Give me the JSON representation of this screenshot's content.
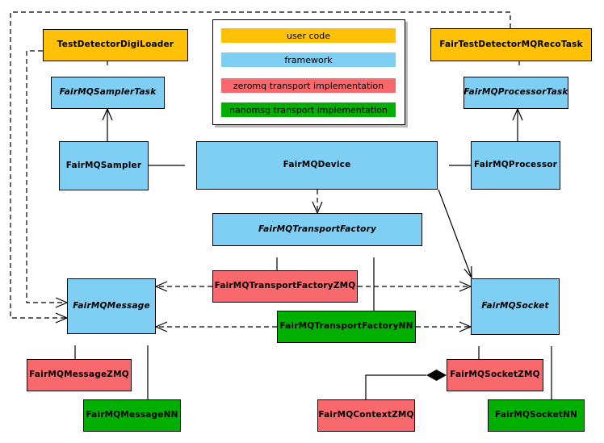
{
  "diagram": {
    "type": "uml-class-diagram",
    "subject": "FairMQ framework transport architecture"
  },
  "colors": {
    "user_code": "#FFC107",
    "framework": "#7ECFF3",
    "zeromq": "#F8696D",
    "nanomsg": "#00AF00",
    "line": "#000000",
    "background": "#FFFFFF"
  },
  "legend": {
    "items": [
      {
        "label": "user code",
        "color": "#FFC107"
      },
      {
        "label": "framework",
        "color": "#7ECFF3"
      },
      {
        "label": "zeromq transport implementation",
        "color": "#F8696D"
      },
      {
        "label": "nanomsg transport implementation",
        "color": "#00AF00"
      }
    ]
  },
  "nodes": [
    {
      "label": "TestDetectorDigiLoader",
      "category": "user_code",
      "abstract": false
    },
    {
      "label": "FairTestDetectorMQRecoTask",
      "category": "user_code",
      "abstract": false
    },
    {
      "label": "FairMQSamplerTask",
      "category": "framework",
      "abstract": true
    },
    {
      "label": "FairMQProcessorTask",
      "category": "framework",
      "abstract": true
    },
    {
      "label": "FairMQSampler",
      "category": "framework",
      "abstract": false
    },
    {
      "label": "FairMQDevice",
      "category": "framework",
      "abstract": false
    },
    {
      "label": "FairMQProcessor",
      "category": "framework",
      "abstract": false
    },
    {
      "label": "FairMQTransportFactory",
      "category": "framework",
      "abstract": true
    },
    {
      "label": "FairMQTransportFactoryZMQ",
      "category": "zeromq",
      "abstract": false
    },
    {
      "label": "FairMQTransportFactoryNN",
      "category": "nanomsg",
      "abstract": false
    },
    {
      "label": "FairMQMessage",
      "category": "framework",
      "abstract": true
    },
    {
      "label": "FairMQSocket",
      "category": "framework",
      "abstract": true
    },
    {
      "label": "FairMQMessageZMQ",
      "category": "zeromq",
      "abstract": false
    },
    {
      "label": "FairMQMessageNN",
      "category": "nanomsg",
      "abstract": false
    },
    {
      "label": "FairMQSocketZMQ",
      "category": "zeromq",
      "abstract": false
    },
    {
      "label": "FairMQSocketNN",
      "category": "nanomsg",
      "abstract": false
    },
    {
      "label": "FairMQContextZMQ",
      "category": "zeromq",
      "abstract": false
    }
  ],
  "edges": [
    {
      "from": "TestDetectorDigiLoader",
      "to": "FairMQSamplerTask",
      "type": "inheritance"
    },
    {
      "from": "FairTestDetectorMQRecoTask",
      "to": "FairMQProcessorTask",
      "type": "inheritance"
    },
    {
      "from": "FairMQSampler",
      "to": "FairMQDevice",
      "type": "inheritance"
    },
    {
      "from": "FairMQProcessor",
      "to": "FairMQDevice",
      "type": "inheritance"
    },
    {
      "from": "FairMQSampler",
      "to": "FairMQSamplerTask",
      "type": "association"
    },
    {
      "from": "FairMQProcessor",
      "to": "FairMQProcessorTask",
      "type": "association"
    },
    {
      "from": "FairMQDevice",
      "to": "FairMQTransportFactory",
      "type": "dependency"
    },
    {
      "from": "FairMQDevice",
      "to": "FairMQSocket",
      "type": "association"
    },
    {
      "from": "FairMQTransportFactoryZMQ",
      "to": "FairMQTransportFactory",
      "type": "inheritance"
    },
    {
      "from": "FairMQTransportFactoryNN",
      "to": "FairMQTransportFactory",
      "type": "inheritance"
    },
    {
      "from": "FairMQTransportFactoryZMQ",
      "to": "FairMQMessage",
      "type": "dependency"
    },
    {
      "from": "FairMQTransportFactoryZMQ",
      "to": "FairMQSocket",
      "type": "dependency"
    },
    {
      "from": "FairMQTransportFactoryNN",
      "to": "FairMQMessage",
      "type": "dependency"
    },
    {
      "from": "FairMQTransportFactoryNN",
      "to": "FairMQSocket",
      "type": "dependency"
    },
    {
      "from": "TestDetectorDigiLoader",
      "to": "FairMQMessage",
      "type": "dependency"
    },
    {
      "from": "FairTestDetectorMQRecoTask",
      "to": "FairMQMessage",
      "type": "dependency"
    },
    {
      "from": "FairMQMessageZMQ",
      "to": "FairMQMessage",
      "type": "inheritance"
    },
    {
      "from": "FairMQMessageNN",
      "to": "FairMQMessage",
      "type": "inheritance"
    },
    {
      "from": "FairMQSocketZMQ",
      "to": "FairMQSocket",
      "type": "inheritance"
    },
    {
      "from": "FairMQSocketNN",
      "to": "FairMQSocket",
      "type": "inheritance"
    },
    {
      "from": "FairMQContextZMQ",
      "to": "FairMQSocketZMQ",
      "type": "composition"
    }
  ]
}
